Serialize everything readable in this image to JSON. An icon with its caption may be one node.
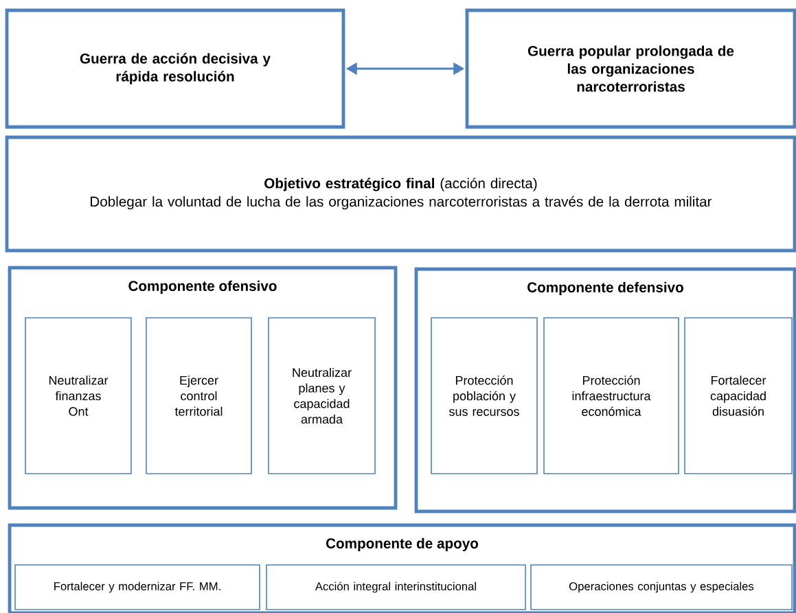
{
  "diagram": {
    "nodes": [
      {
        "text": [
          "Guerra de acción decisiva y rápida resolución"
        ]
      },
      {
        "text": [
          "Guerra popular prolongada de las organizaciones narcoterroristas"
        ]
      },
      {
        "text": [
          "**Objetivo estratégico final** (acción directa)",
          "Doblegar la voluntad de lucha de las organizaciones narcoterroristas a través de la derrota militar"
        ]
      },
      {
        "text": [
          "Componente ofensivo"
        ]
      },
      {
        "text": [
          "Neutralizar finanzas Ont"
        ],
        "in": 3
      },
      {
        "text": [
          "Ejercer control territorial"
        ],
        "in": 3
      },
      {
        "text": [
          "Neutralizar planes y capacidad armada"
        ],
        "in": 3
      },
      {
        "text": [
          "Componente defensivo"
        ]
      },
      {
        "text": [
          "Protección población y sus recursos"
        ],
        "in": 7
      },
      {
        "text": [
          "Protección infraestructura económica"
        ],
        "in": 7
      },
      {
        "text": [
          "Fortalecer capacidad disuasión"
        ],
        "in": 7
      },
      {
        "text": [
          "Componente de apoyo"
        ]
      },
      {
        "text": [
          "Fortalecer y modernizar FF. MM."
        ],
        "in": 11
      },
      {
        "text": [
          "Acción integral interinstitucional"
        ],
        "in": 11
      },
      {
        "text": [
          "Operaciones conjuntas y especiales"
        ],
        "in": 11
      }
    ],
    "edges": [
      {
        "from": 0,
        "to": 1,
        "arrow": "both"
      }
    ]
  }
}
